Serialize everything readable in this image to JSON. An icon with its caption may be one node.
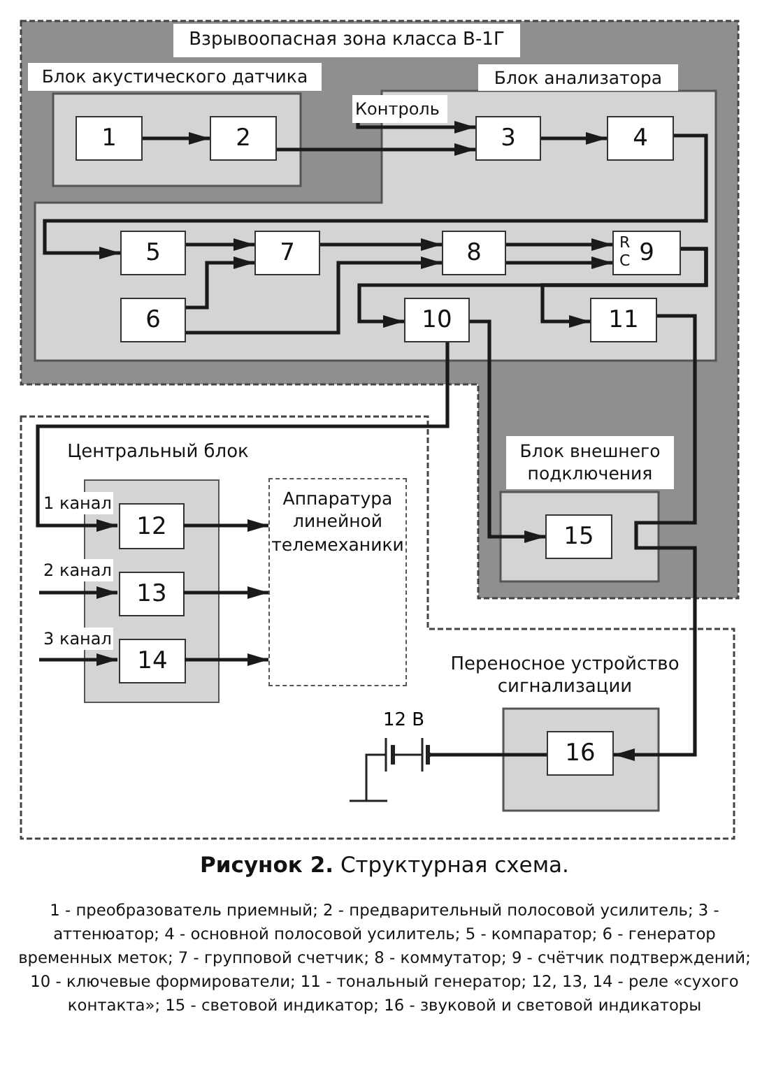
{
  "diagram": {
    "caption": "**Рисунок 2.** Структурная схема.",
    "nodes": [
      {
        "text": [
          "Взрывоопасная зона класса В-1Г"
        ]
      },
      {
        "text": [
          "Блок акустического датчика"
        ],
        "in": 0
      },
      {
        "text": [
          "1"
        ],
        "in": 1
      },
      {
        "text": [
          "2"
        ],
        "in": 1
      },
      {
        "text": [
          "Блок анализатора"
        ],
        "in": 0
      },
      {
        "text": [
          "Контроль"
        ],
        "in": 4
      },
      {
        "text": [
          "3"
        ],
        "in": 4
      },
      {
        "text": [
          "4"
        ],
        "in": 4
      },
      {
        "text": [
          "5"
        ],
        "in": 4
      },
      {
        "text": [
          "7"
        ],
        "in": 4
      },
      {
        "text": [
          "8"
        ],
        "in": 4
      },
      {
        "text": [
          "R",
          "C",
          "9"
        ],
        "in": 4
      },
      {
        "text": [
          "6"
        ],
        "in": 4
      },
      {
        "text": [
          "10"
        ],
        "in": 4
      },
      {
        "text": [
          "11"
        ],
        "in": 4
      },
      {
        "text": [
          "Блок внешнего подключения"
        ],
        "in": 0
      },
      {
        "text": [
          "15"
        ],
        "in": 15
      },
      {
        "text": [
          "Центральный блок"
        ]
      },
      {
        "text": [],
        "shape": "box",
        "in": 17
      },
      {
        "text": [
          "12"
        ],
        "in": 18
      },
      {
        "text": [
          "13"
        ],
        "in": 18
      },
      {
        "text": [
          "14"
        ],
        "in": 18
      },
      {
        "text": [
          "Аппаратура линейной телемеханики"
        ],
        "in": 17
      },
      {
        "text": [
          "Переносное устройство сигнализации"
        ],
        "in": 17
      },
      {
        "text": [
          "16"
        ],
        "in": 23
      },
      {
        "text": [],
        "shape": "battery",
        "beside": [
          "12 В"
        ],
        "in": 17
      }
    ],
    "edges": [
      {
        "from": 2,
        "to": 3,
        "arrow": "to"
      },
      {
        "from": 3,
        "to": 6,
        "arrow": "to"
      },
      {
        "from": 5,
        "to": 6,
        "arrow": "to"
      },
      {
        "from": 6,
        "to": 7,
        "arrow": "to"
      },
      {
        "from": 7,
        "to": 8,
        "arrow": "to"
      },
      {
        "from": 8,
        "to": 9,
        "arrow": "to"
      },
      {
        "from": 12,
        "to": 9,
        "arrow": "to"
      },
      {
        "from": 9,
        "to": 10,
        "arrow": "to"
      },
      {
        "from": 12,
        "to": 10,
        "arrow": "to"
      },
      {
        "from": 10,
        "to": 11,
        "arrow": "to"
      },
      {
        "from": 10,
        "to": 11,
        "arrow": "to"
      },
      {
        "from": 11,
        "to": 13,
        "arrow": "to"
      },
      {
        "from": 11,
        "to": 14,
        "arrow": "to"
      },
      {
        "from": 13,
        "to": 19,
        "arrow": "to",
        "label": "1 канал"
      },
      {
        "from": 13,
        "to": 16,
        "arrow": "to"
      },
      {
        "from": 14,
        "to": 24,
        "arrow": "to"
      },
      {
        "from": null,
        "to": 20,
        "arrow": "to",
        "label": "2 канал"
      },
      {
        "from": null,
        "to": 21,
        "arrow": "to",
        "label": "3 канал"
      },
      {
        "from": 19,
        "to": 22,
        "arrow": "to"
      },
      {
        "from": 20,
        "to": 22,
        "arrow": "to"
      },
      {
        "from": 21,
        "to": 22,
        "arrow": "to"
      },
      {
        "from": 24,
        "to": 25,
        "arrow": "none"
      }
    ],
    "labels": [
      "1 - преобразователь приемный; 2 - предварительный полосовой усилитель; 3 - аттенюатор; 4 - основной полосовой усилитель; 5 - компаратор; 6 - генератор временных меток; 7 - групповой счетчик; 8 - коммутатор; 9 - счётчик подтверждений; 10 - ключевые формирователи; 11 - тональный генератор; 12, 13, 14 - реле «сухого контакта»; 15 - световой индикатор; 16 - звуковой и световой индикаторы"
    ]
  }
}
